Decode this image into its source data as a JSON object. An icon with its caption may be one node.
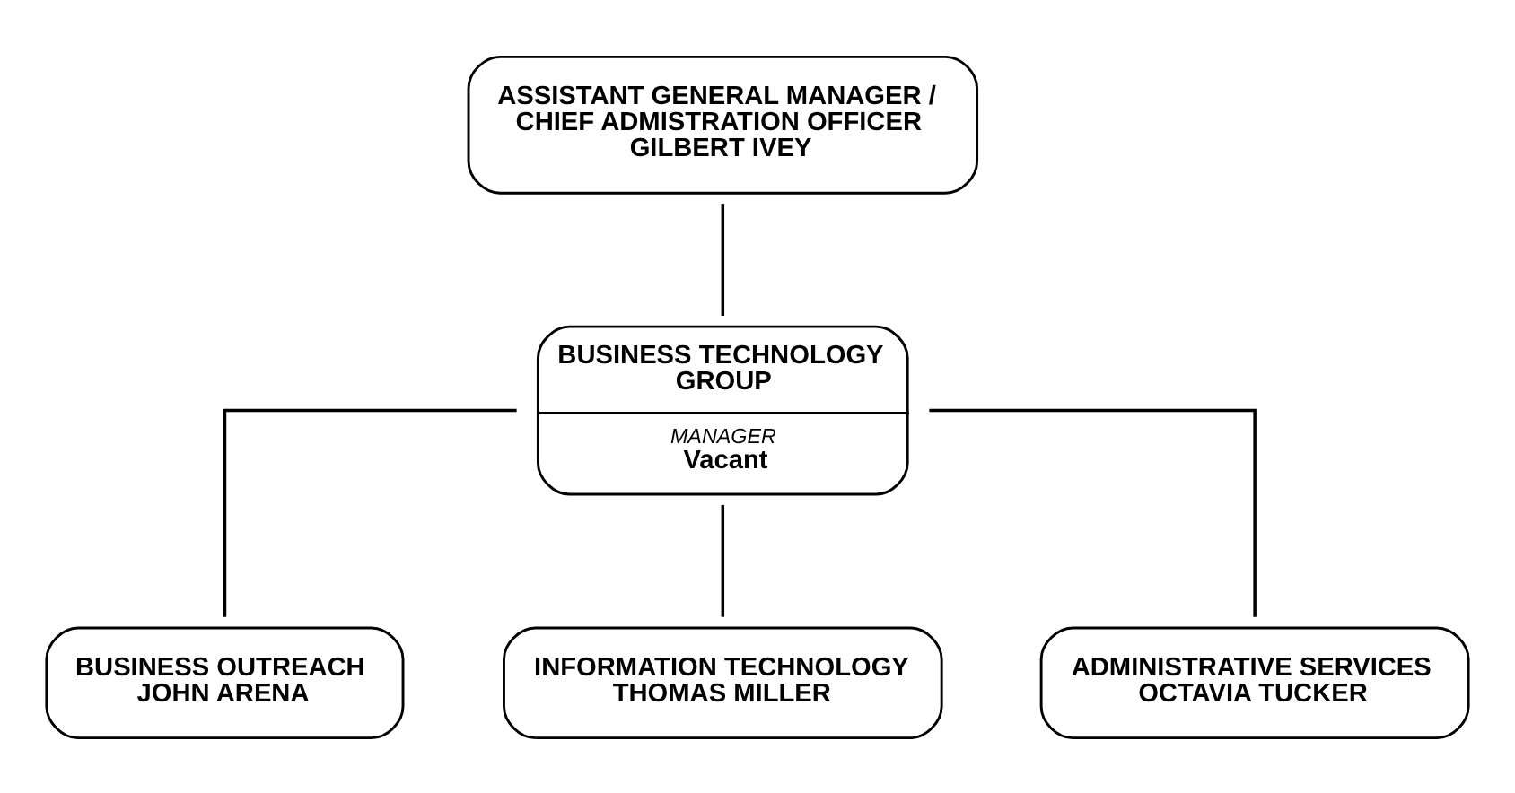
{
  "diagram": {
    "nodes": [
      {
        "text": [
          "ASSISTANT GENERAL MANAGER / CHIEF ADMISTRATION OFFICER",
          "GILBERT IVEY"
        ]
      },
      {
        "text": [
          "BUSINESS TECHNOLOGY GROUP",
          "MANAGER",
          "Vacant"
        ]
      },
      {
        "text": [
          "BUSINESS OUTREACH",
          "JOHN ARENA"
        ]
      },
      {
        "text": [
          "INFORMATION TECHNOLOGY",
          "THOMAS MILLER"
        ]
      },
      {
        "text": [
          "ADMINISTRATIVE SERVICES",
          "OCTAVIA TUCKER"
        ]
      }
    ],
    "edges": [
      {
        "from": 0,
        "to": 1,
        "arrow": "none"
      },
      {
        "from": 1,
        "to": 2,
        "arrow": "none"
      },
      {
        "from": 1,
        "to": 3,
        "arrow": "none"
      },
      {
        "from": 1,
        "to": 4,
        "arrow": "none"
      }
    ]
  }
}
